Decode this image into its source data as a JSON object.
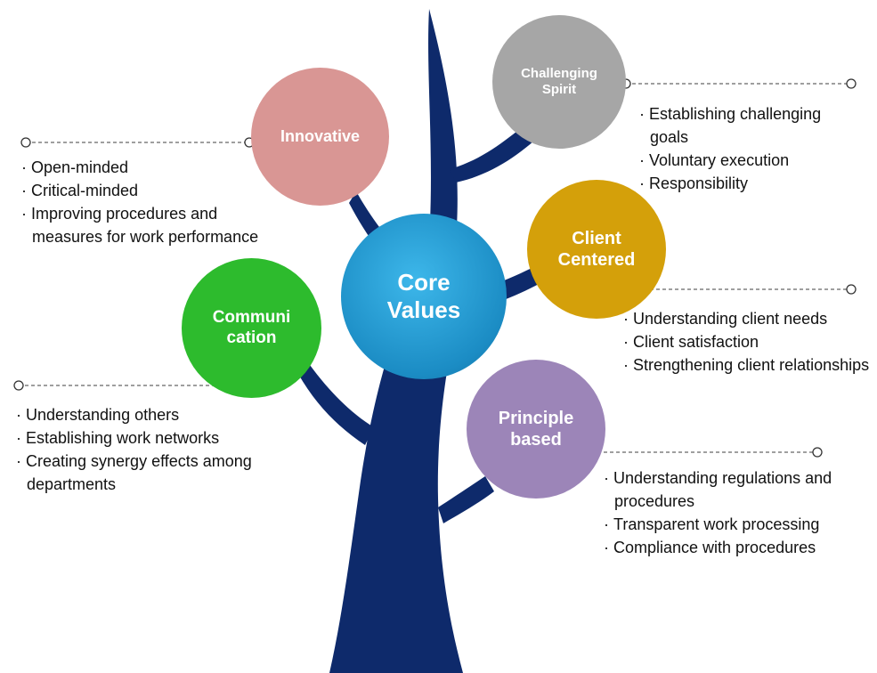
{
  "center": {
    "label": "Core\nValues",
    "color": "#2a9fd6"
  },
  "values": [
    {
      "id": "challenging-spirit",
      "label": "Challenging\nSpirit",
      "color": "#a6a6a6",
      "items": [
        "Establishing challenging goals",
        "Voluntary execution",
        "Responsibility"
      ]
    },
    {
      "id": "innovative",
      "label": "Innovative",
      "color": "#d99694",
      "items": [
        "Open-minded",
        "Critical-minded",
        "Improving procedures and measures for work performance"
      ]
    },
    {
      "id": "client-centered",
      "label": "Client\nCentered",
      "color": "#d4a00a",
      "items": [
        "Understanding client needs",
        "Client satisfaction",
        "Strengthening client relationships"
      ]
    },
    {
      "id": "communication",
      "label": "Communi\ncation",
      "color": "#2dbb2d",
      "items": [
        "Understanding others",
        "Establishing work networks",
        "Creating synergy effects among departments"
      ]
    },
    {
      "id": "principle-based",
      "label": "Principle\nbased",
      "color": "#9c85b8",
      "items": [
        "Understanding regulations and procedures",
        "Transparent work processing",
        "Compliance with procedures"
      ]
    }
  ],
  "colors": {
    "trunk": "#0e2a6b",
    "connector": "#666666"
  }
}
